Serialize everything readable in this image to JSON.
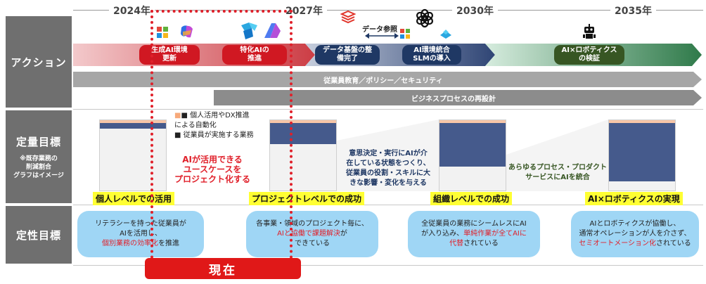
{
  "timeline": {
    "years": [
      "2024年",
      "2027年",
      "2030年",
      "2035年"
    ]
  },
  "rows": {
    "action": "アクション",
    "quantitative": "定量目標",
    "quantitative_note": [
      "※既存業務の",
      "削減割合",
      "グラフはイメージ"
    ],
    "qualitative": "定性目標"
  },
  "actions": {
    "pills": [
      {
        "lines": [
          "生成AI環境",
          "更新"
        ]
      },
      {
        "lines": [
          "特化AIの",
          "推進"
        ]
      },
      {
        "lines": [
          "データ基盤の整",
          "備完了"
        ]
      },
      {
        "lines": [
          "AI環境統合",
          "SLMの導入"
        ]
      },
      {
        "lines": [
          "AI×ロボティクス",
          "の検証"
        ]
      }
    ],
    "data_ref_label": "データ参照",
    "bars": [
      "従業員教育／ポリシー／セキュリティ",
      "ビジネスプロセスの再設計"
    ]
  },
  "quantitative": {
    "legend": [
      "■ 個人活用やDX推進",
      "による自動化",
      "■ 従業員が実施する業務"
    ],
    "callout_center": [
      "AIが活用できる",
      "ユースケースを",
      "プロジェクト化する"
    ],
    "callout_mid": [
      "意思決定・実行にAIが介",
      "在している状態をつくり、",
      "従業員の役割・スキルに大",
      "きな影響・変化を与える"
    ],
    "callout_right": [
      "あらゆるプロセス・プロダクト",
      "サービスにAIを統合"
    ],
    "bar_fill_fractions": [
      0.12,
      0.3,
      0.62,
      0.83
    ],
    "milestones": [
      "個人レベルでの活用",
      "プロジェクトレベルでの成功",
      "組織レベルでの成功",
      "AI×ロボティクスの実現"
    ]
  },
  "qualitative": {
    "bubbles": [
      {
        "l1": "リテラシーを持った従業員が",
        "l2": "AIを活用し、",
        "l3a": "",
        "l3red": "個別業務の効率化",
        "l3b": "を推進"
      },
      {
        "l1": "各事業・領域のプロジェクト毎に、",
        "l2": "",
        "l3a": "",
        "l3red": "AIと協働で課題解決",
        "l3b": "が",
        "l4": "できている"
      },
      {
        "l1": "全従業員の業務にシームレスにAI",
        "l2": "が入り込み、",
        "l3a": "",
        "l3red": "単純作業が全てAIに",
        "l3b": "",
        "l4red": "代替",
        "l4": "されている"
      },
      {
        "l1": "AIとロボティクスが協働し、",
        "l2": "通常オペレーションが人を介さず、",
        "l3a": "",
        "l3red": "セミオートメーション化",
        "l3b": "されている"
      }
    ]
  },
  "current_label": "現在",
  "colors": {
    "red": "#d01822",
    "navy": "#1f3864",
    "green": "#375623",
    "bubble": "#9fd6f5",
    "yellow": "#ffff33"
  }
}
